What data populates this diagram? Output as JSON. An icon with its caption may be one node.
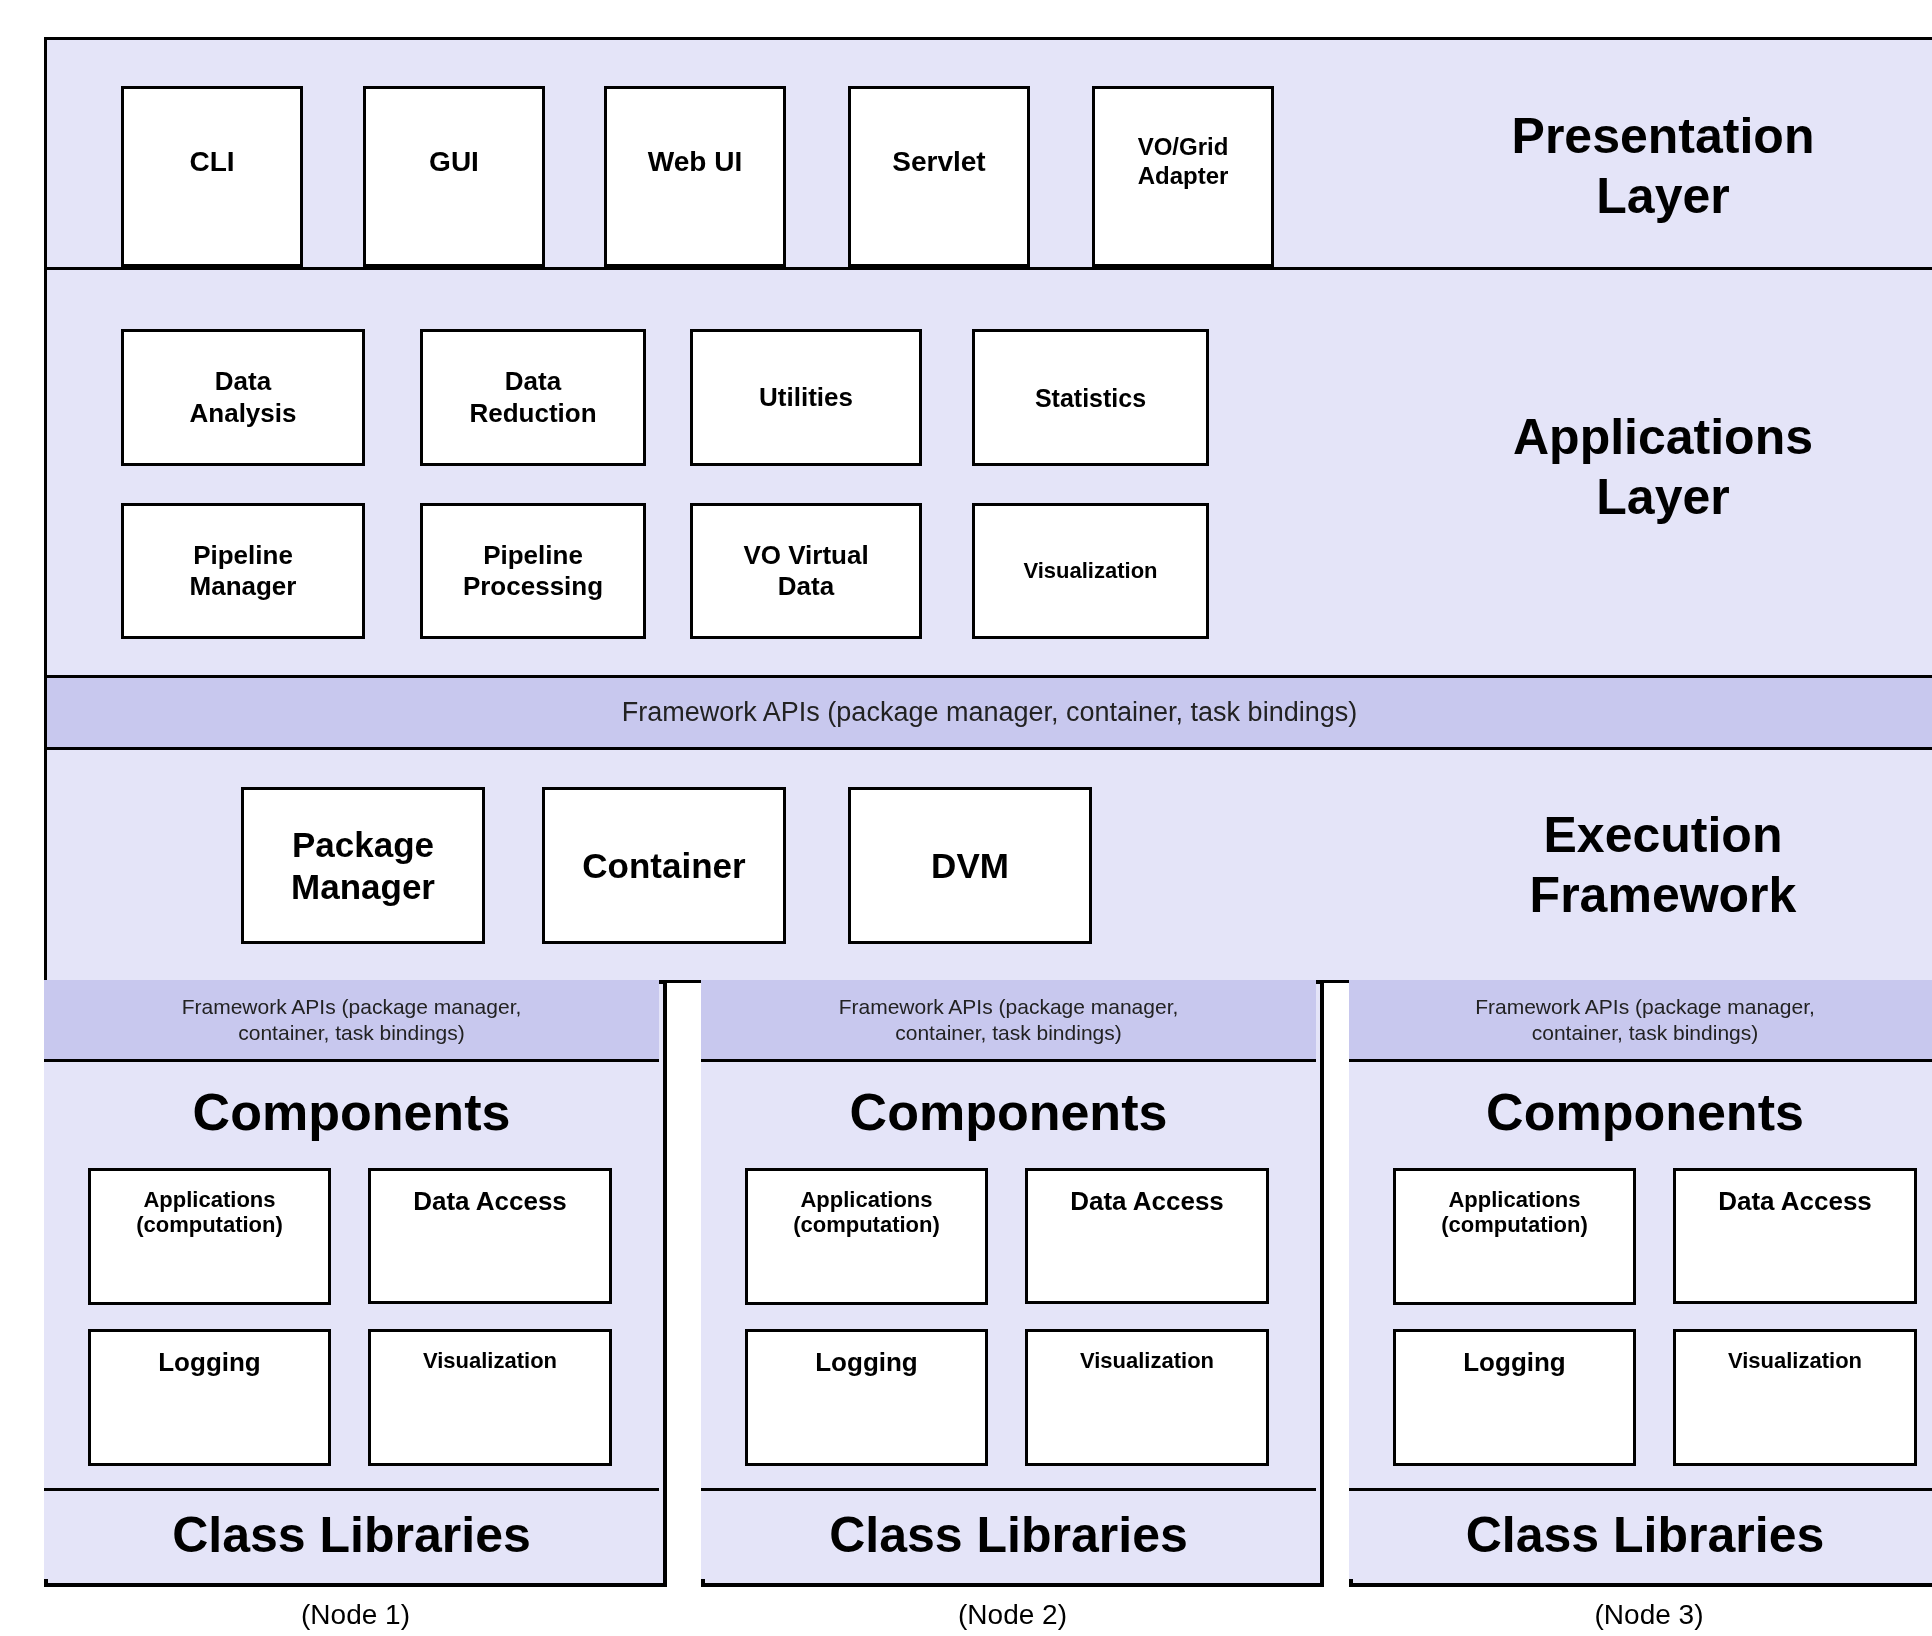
{
  "diagram": {
    "nodes": [
      {
        "text": [
          "Presentation Layer"
        ]
      },
      {
        "text": [
          "CLI"
        ],
        "in": 0
      },
      {
        "text": [
          "GUI"
        ],
        "in": 0
      },
      {
        "text": [
          "Web UI"
        ],
        "in": 0
      },
      {
        "text": [
          "Servlet"
        ],
        "in": 0
      },
      {
        "text": [
          "VO/Grid Adapter"
        ],
        "in": 0
      },
      {
        "text": [
          "Applications Layer"
        ]
      },
      {
        "text": [
          "Data Analysis"
        ],
        "in": 6
      },
      {
        "text": [
          "Data Reduction"
        ],
        "in": 6
      },
      {
        "text": [
          "Utilities"
        ],
        "in": 6
      },
      {
        "text": [
          "Statistics"
        ],
        "in": 6
      },
      {
        "text": [
          "Pipeline Manager"
        ],
        "in": 6
      },
      {
        "text": [
          "Pipeline Processing"
        ],
        "in": 6
      },
      {
        "text": [
          "VO Virtual Data"
        ],
        "in": 6
      },
      {
        "text": [
          "Visualization"
        ],
        "in": 6
      },
      {
        "text": [
          "Framework APIs (package manager, container, task bindings)"
        ]
      },
      {
        "text": [
          "Execution Framework"
        ]
      },
      {
        "text": [
          "Package Manager"
        ],
        "in": 16
      },
      {
        "text": [
          "Container"
        ],
        "in": 16
      },
      {
        "text": [
          "DVM"
        ],
        "in": 16
      },
      {
        "text": [],
        "shape": "box",
        "beside": [
          "(Node 1)"
        ]
      },
      {
        "text": [
          "Framework APIs (package manager, container, task bindings)"
        ],
        "in": 20
      },
      {
        "text": [
          "Components"
        ],
        "in": 20
      },
      {
        "text": [
          "Applications (computation)"
        ],
        "in": 22
      },
      {
        "text": [
          "Data Access"
        ],
        "in": 22
      },
      {
        "text": [
          "Logging"
        ],
        "in": 22
      },
      {
        "text": [
          "Visualization"
        ],
        "in": 22
      },
      {
        "text": [
          "Class Libraries"
        ],
        "in": 20
      },
      {
        "text": [],
        "shape": "box",
        "beside": [
          "(Node 2)"
        ]
      },
      {
        "text": [
          "Framework APIs (package manager, container, task bindings)"
        ],
        "in": 28
      },
      {
        "text": [
          "Components"
        ],
        "in": 28
      },
      {
        "text": [
          "Applications (computation)"
        ],
        "in": 30
      },
      {
        "text": [
          "Data Access"
        ],
        "in": 30
      },
      {
        "text": [
          "Logging"
        ],
        "in": 30
      },
      {
        "text": [
          "Visualization"
        ],
        "in": 30
      },
      {
        "text": [
          "Class Libraries"
        ],
        "in": 28
      },
      {
        "text": [],
        "shape": "box",
        "beside": [
          "(Node 3)"
        ]
      },
      {
        "text": [
          "Framework APIs (package manager, container, task bindings)"
        ],
        "in": 36
      },
      {
        "text": [
          "Components"
        ],
        "in": 36
      },
      {
        "text": [
          "Applications (computation)"
        ],
        "in": 38
      },
      {
        "text": [
          "Data Access"
        ],
        "in": 38
      },
      {
        "text": [
          "Logging"
        ],
        "in": 38
      },
      {
        "text": [
          "Visualization"
        ],
        "in": 38
      },
      {
        "text": [
          "Class Libraries"
        ],
        "in": 36
      }
    ]
  }
}
